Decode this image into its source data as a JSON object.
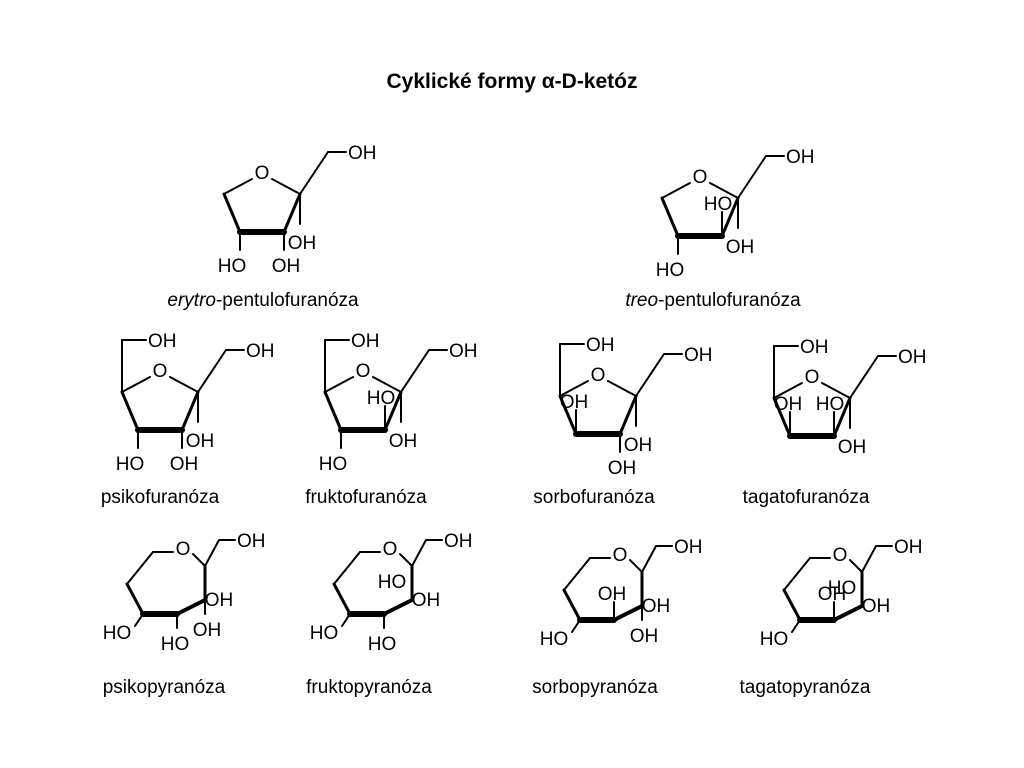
{
  "title": {
    "prefix": "Cyklické formy ",
    "alpha": "α",
    "suffix": "-D-ketóz"
  },
  "atoms": {
    "O": "O",
    "OH": "OH",
    "HO": "HO"
  },
  "structures": [
    {
      "id": "erytro-pentulofuranoza",
      "ring": "furanose",
      "prefix": "erytro",
      "name": "-pentulofuranóza"
    },
    {
      "id": "treo-pentulofuranoza",
      "ring": "furanose",
      "prefix": "treo",
      "name": "-pentulofuranóza"
    },
    {
      "id": "psikofuranoza",
      "ring": "furanose",
      "prefix": "",
      "name": "psikofuranóza"
    },
    {
      "id": "fruktofuranoza",
      "ring": "furanose",
      "prefix": "",
      "name": "fruktofuranóza"
    },
    {
      "id": "sorbofuranoza",
      "ring": "furanose",
      "prefix": "",
      "name": "sorbofuranóza"
    },
    {
      "id": "tagatofuranoza",
      "ring": "furanose",
      "prefix": "",
      "name": "tagatofuranóza"
    },
    {
      "id": "psikopyranoza",
      "ring": "pyranose",
      "prefix": "",
      "name": "psikopyranóza"
    },
    {
      "id": "fruktopyranoza",
      "ring": "pyranose",
      "prefix": "",
      "name": "fruktopyranóza"
    },
    {
      "id": "sorbopyranoza",
      "ring": "pyranose",
      "prefix": "",
      "name": "sorbopyranóza"
    },
    {
      "id": "tagatopyranoza",
      "ring": "pyranose",
      "prefix": "",
      "name": "tagatopyranóza"
    }
  ]
}
